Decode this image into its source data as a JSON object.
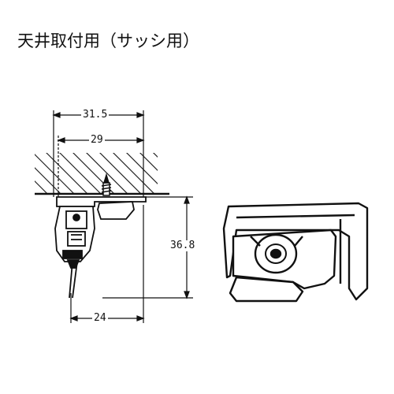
{
  "title": "天井取付用（サッシ用）",
  "dimensions": {
    "top_width": "31.5",
    "inner_width": "29",
    "height": "36.8",
    "bottom_width": "24"
  }
}
